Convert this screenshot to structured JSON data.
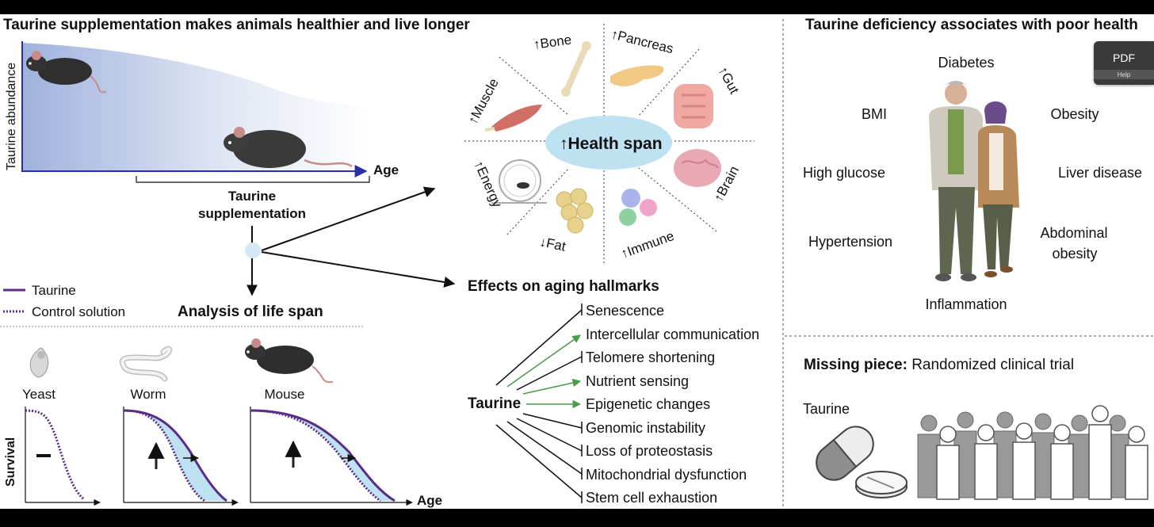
{
  "left_panel": {
    "title": "Taurine supplementation makes animals healthier and live longer",
    "y_axis_label": "Taurine abundance",
    "x_axis_label": "Age",
    "supplementation_label_1": "Taurine",
    "supplementation_label_2": "supplementation",
    "legend": {
      "taurine": "Taurine",
      "control": "Control solution"
    },
    "lifespan_title": "Analysis of life span",
    "survival_label": "Survival",
    "organisms": [
      "Yeast",
      "Worm",
      "Mouse"
    ],
    "age_label": "Age"
  },
  "health_wheel": {
    "center": "Health span",
    "organs": [
      "Bone",
      "Pancreas",
      "Gut",
      "Brain",
      "Immune",
      "Fat",
      "Energy",
      "Muscle"
    ]
  },
  "hallmarks": {
    "title": "Effects on aging hallmarks",
    "source": "Taurine",
    "items": [
      "Senescence",
      "Intercellular communication",
      "Telomere shortening",
      "Nutrient sensing",
      "Epigenetic changes",
      "Genomic instability",
      "Loss of proteostasis",
      "Mitochondrial dysfunction",
      "Stem cell exhaustion"
    ]
  },
  "right_panel": {
    "title": "Taurine deficiency associates with poor health",
    "conditions": [
      "Diabetes",
      "BMI",
      "Obesity",
      "High glucose",
      "Liver disease",
      "Hypertension",
      "Abdominal",
      "obesity",
      "Inflammation"
    ],
    "missing_bold": "Missing piece:",
    "missing_rest": " Randomized clinical trial",
    "pill_label": "Taurine"
  },
  "widget": {
    "pdf": "PDF",
    "help": "Help"
  },
  "colors": {
    "accent_purple": "#5b2d86",
    "light_blue": "#bde0f0",
    "green_arrow": "#4a9a4a",
    "navy": "#2a2fa8"
  }
}
